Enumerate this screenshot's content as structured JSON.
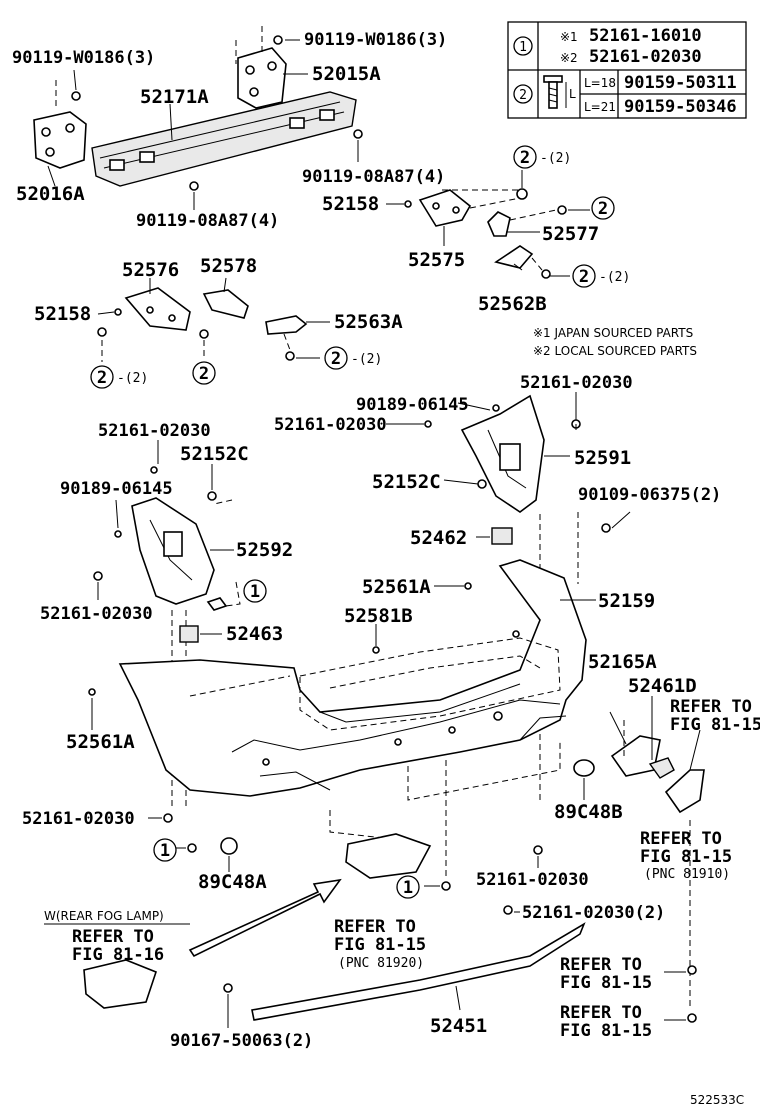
{
  "diagram_code": "522533C",
  "legend_table": {
    "row1": {
      "marker": "①",
      "m1": "※1",
      "m2": "※2",
      "p1": "52161-16010",
      "p2": "52161-02030"
    },
    "row2": {
      "marker": "②",
      "l18": "L=18",
      "l21": "L=21",
      "p1": "90159-50311",
      "p2": "90159-50346",
      "dim": "L"
    }
  },
  "notes": [
    "※1 JAPAN SOURCED PARTS",
    "※2 LOCAL SOURCED PARTS"
  ],
  "markers": {
    "one": "1",
    "two": "2",
    "qty2": "-(2)"
  },
  "labels": {
    "p90119_w0186_left": "90119-W0186(3)",
    "p90119_w0186_right": "90119-W0186(3)",
    "p52015a": "52015A",
    "p52171a": "52171A",
    "p52016a": "52016A",
    "p90119_08a87_right": "90119-08A87(4)",
    "p90119_08a87_left": "90119-08A87(4)",
    "p52158_top": "52158",
    "p52575": "52575",
    "p52577": "52577",
    "p52562b": "52562B",
    "p52576": "52576",
    "p52578": "52578",
    "p52158_mid": "52158",
    "p52563a": "52563A",
    "p90189_06145_right": "90189-06145",
    "p52161_02030_r_top": "52161-02030",
    "p52161_02030_r_mid": "52161-02030",
    "p52591": "52591",
    "p52152c_right": "52152C",
    "p90109_06375": "90109-06375(2)",
    "p52161_02030_l_top": "52161-02030",
    "p52152c_left": "52152C",
    "p90189_06145_left": "90189-06145",
    "p52592": "52592",
    "p52161_02030_l_mid": "52161-02030",
    "p52462": "52462",
    "p52561a_right": "52561A",
    "p52159": "52159",
    "p52581b": "52581B",
    "p52463": "52463",
    "p52165a": "52165A",
    "p52461d": "52461D",
    "refer_8115_a": "REFER TO",
    "refer_8115_a2": "FIG 81-15",
    "p52561a_left": "52561A",
    "p52161_02030_l_bot": "52161-02030",
    "p89c48b": "89C48B",
    "p89c48a": "89C48A",
    "refer_8115_b": "REFER TO",
    "refer_8115_b2": "FIG 81-15",
    "refer_8115_b3": "(PNC 81910)",
    "p52161_02030_bot": "52161-02030",
    "p52161_02030_2": "52161-02030(2)",
    "fog_header": "W(REAR FOG LAMP)",
    "refer_8116": "REFER TO",
    "refer_8116b": "FIG 81-16",
    "refer_8115_c": "REFER TO",
    "refer_8115_c2": "FIG 81-15",
    "refer_8115_c3": "(PNC 81920)",
    "refer_8115_d": "REFER TO",
    "refer_8115_d2": "FIG 81-15",
    "refer_8115_e": "REFER TO",
    "refer_8115_e2": "FIG 81-15",
    "p52451": "52451",
    "p90167_50063": "90167-50063(2)"
  }
}
